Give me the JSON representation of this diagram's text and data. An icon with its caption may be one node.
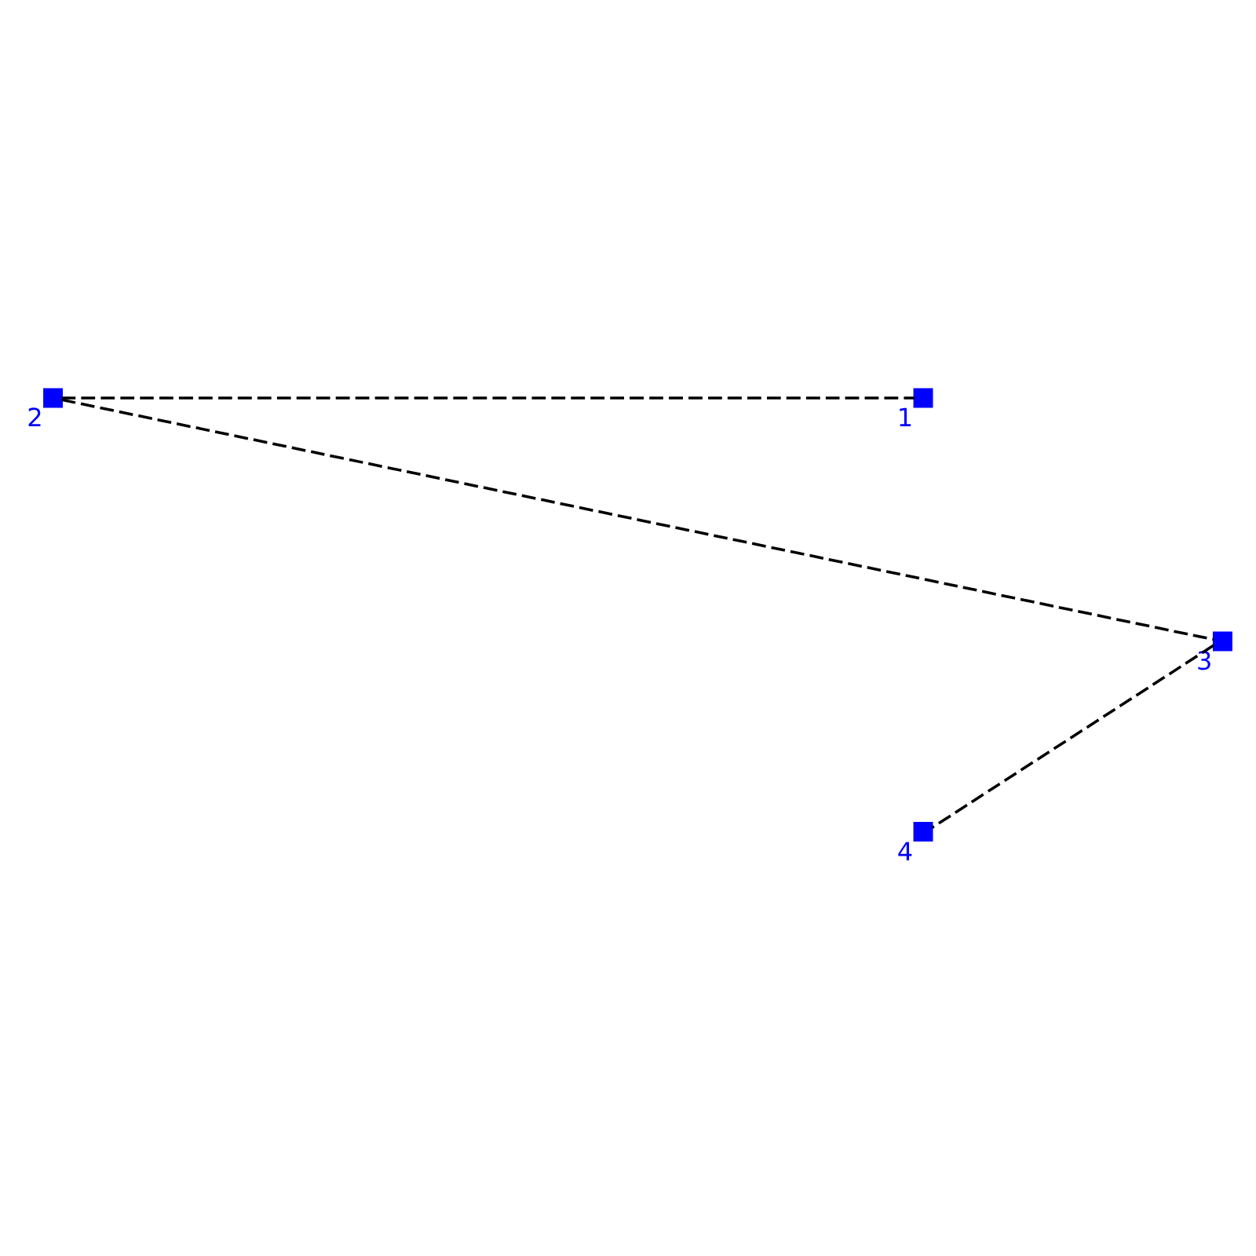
{
  "diagram": {
    "nodes": [
      {
        "text": [],
        "shape": "box",
        "beside": [
          "2"
        ]
      },
      {
        "text": [],
        "shape": "box",
        "beside": [
          "1"
        ]
      },
      {
        "text": [],
        "shape": "box",
        "beside": [
          "3"
        ]
      },
      {
        "text": [],
        "shape": "box",
        "beside": [
          "4"
        ]
      }
    ],
    "edges": [
      {
        "from": 0,
        "to": 1,
        "arrow": "none",
        "style": "dashed"
      },
      {
        "from": 0,
        "to": 2,
        "arrow": "none",
        "style": "dashed"
      },
      {
        "from": 2,
        "to": 3,
        "arrow": "none",
        "style": "dashed"
      }
    ]
  }
}
